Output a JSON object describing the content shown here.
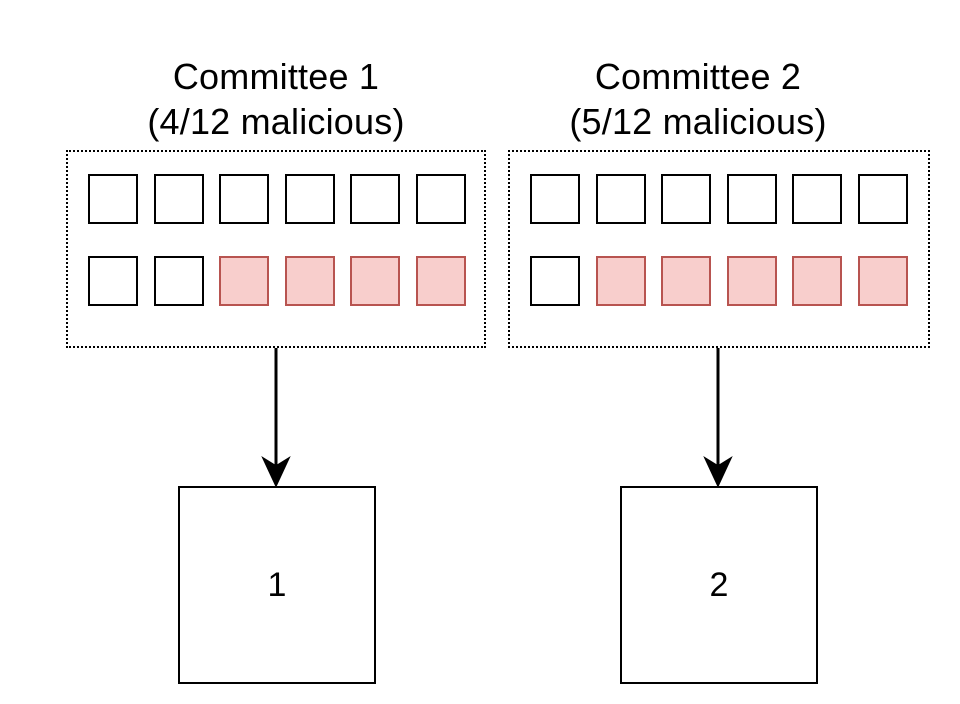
{
  "committees": [
    {
      "title": "Committee 1",
      "subtitle": "(4/12 malicious)",
      "rows": [
        [
          false,
          false,
          false,
          false,
          false,
          false
        ],
        [
          false,
          false,
          true,
          true,
          true,
          true
        ]
      ],
      "block_label": "1"
    },
    {
      "title": "Committee 2",
      "subtitle": "(5/12 malicious)",
      "rows": [
        [
          false,
          false,
          false,
          false,
          false,
          false
        ],
        [
          false,
          true,
          true,
          true,
          true,
          true
        ]
      ],
      "block_label": "2"
    }
  ],
  "colors": {
    "honest_fill": "#ffffff",
    "honest_stroke": "#000000",
    "malicious_fill": "#f8cecc",
    "malicious_stroke": "#b85450"
  }
}
